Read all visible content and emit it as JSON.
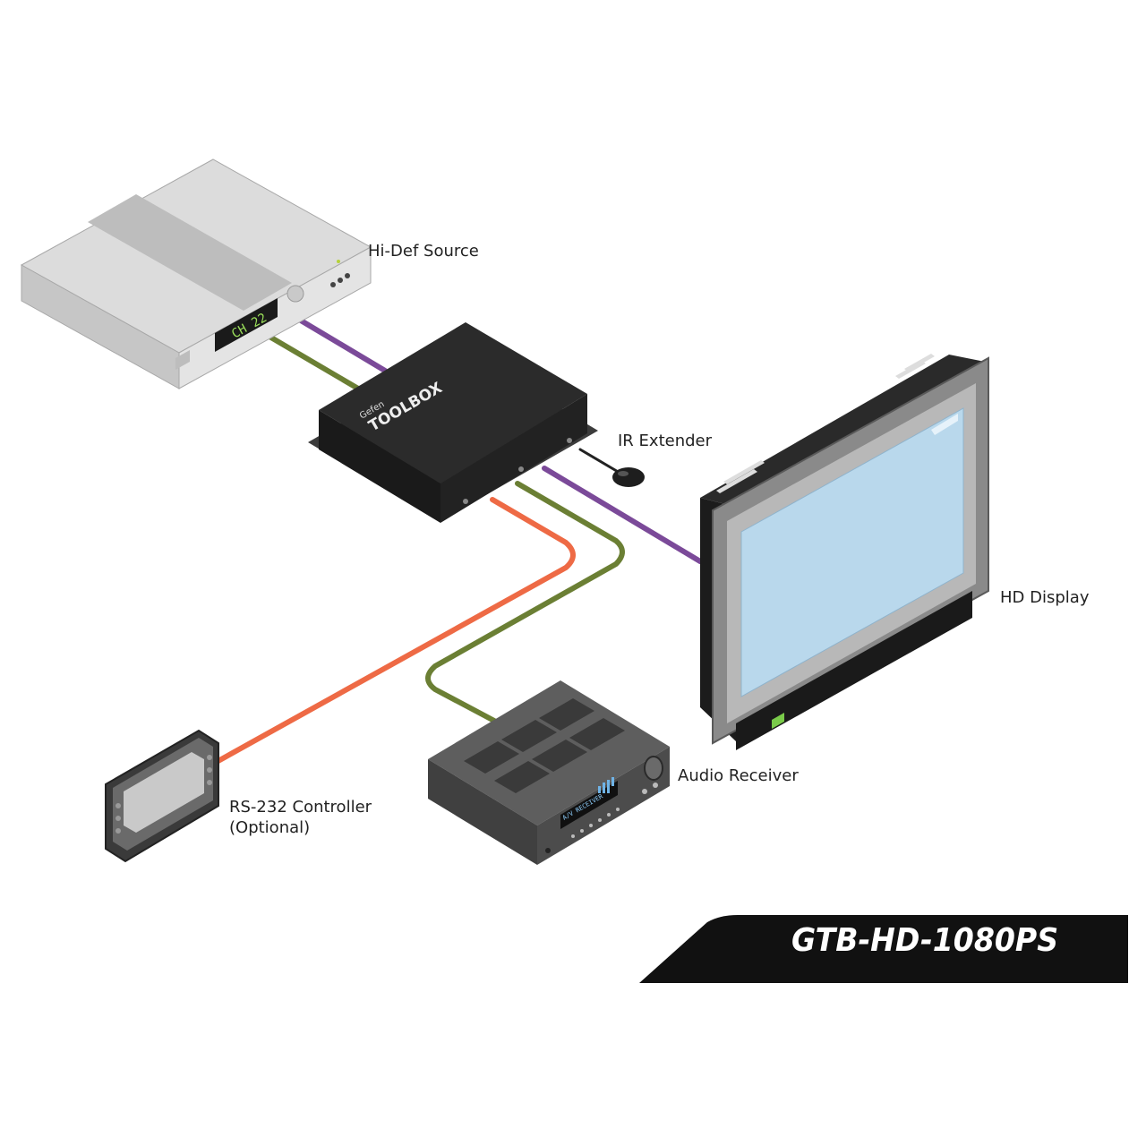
{
  "labels": {
    "source": "Hi-Def Source",
    "ir": "IR Extender",
    "display": "HD Display",
    "receiver": "Audio Receiver",
    "controller": "RS-232 Controller",
    "controller_note": "(Optional)"
  },
  "devices": {
    "source_display": "CH 22",
    "toolbox_brand": "Gefen",
    "toolbox_name": "TOOLBOX",
    "receiver_display": "A/V RECEIVER"
  },
  "model": "GTB-HD-1080PS",
  "colors": {
    "hdmi_cable": "#7B4A99",
    "audio_cable": "#6B7F34",
    "rs232_cable": "#EE6A45",
    "screen": "#B9D8EC",
    "banner": "#111111"
  }
}
